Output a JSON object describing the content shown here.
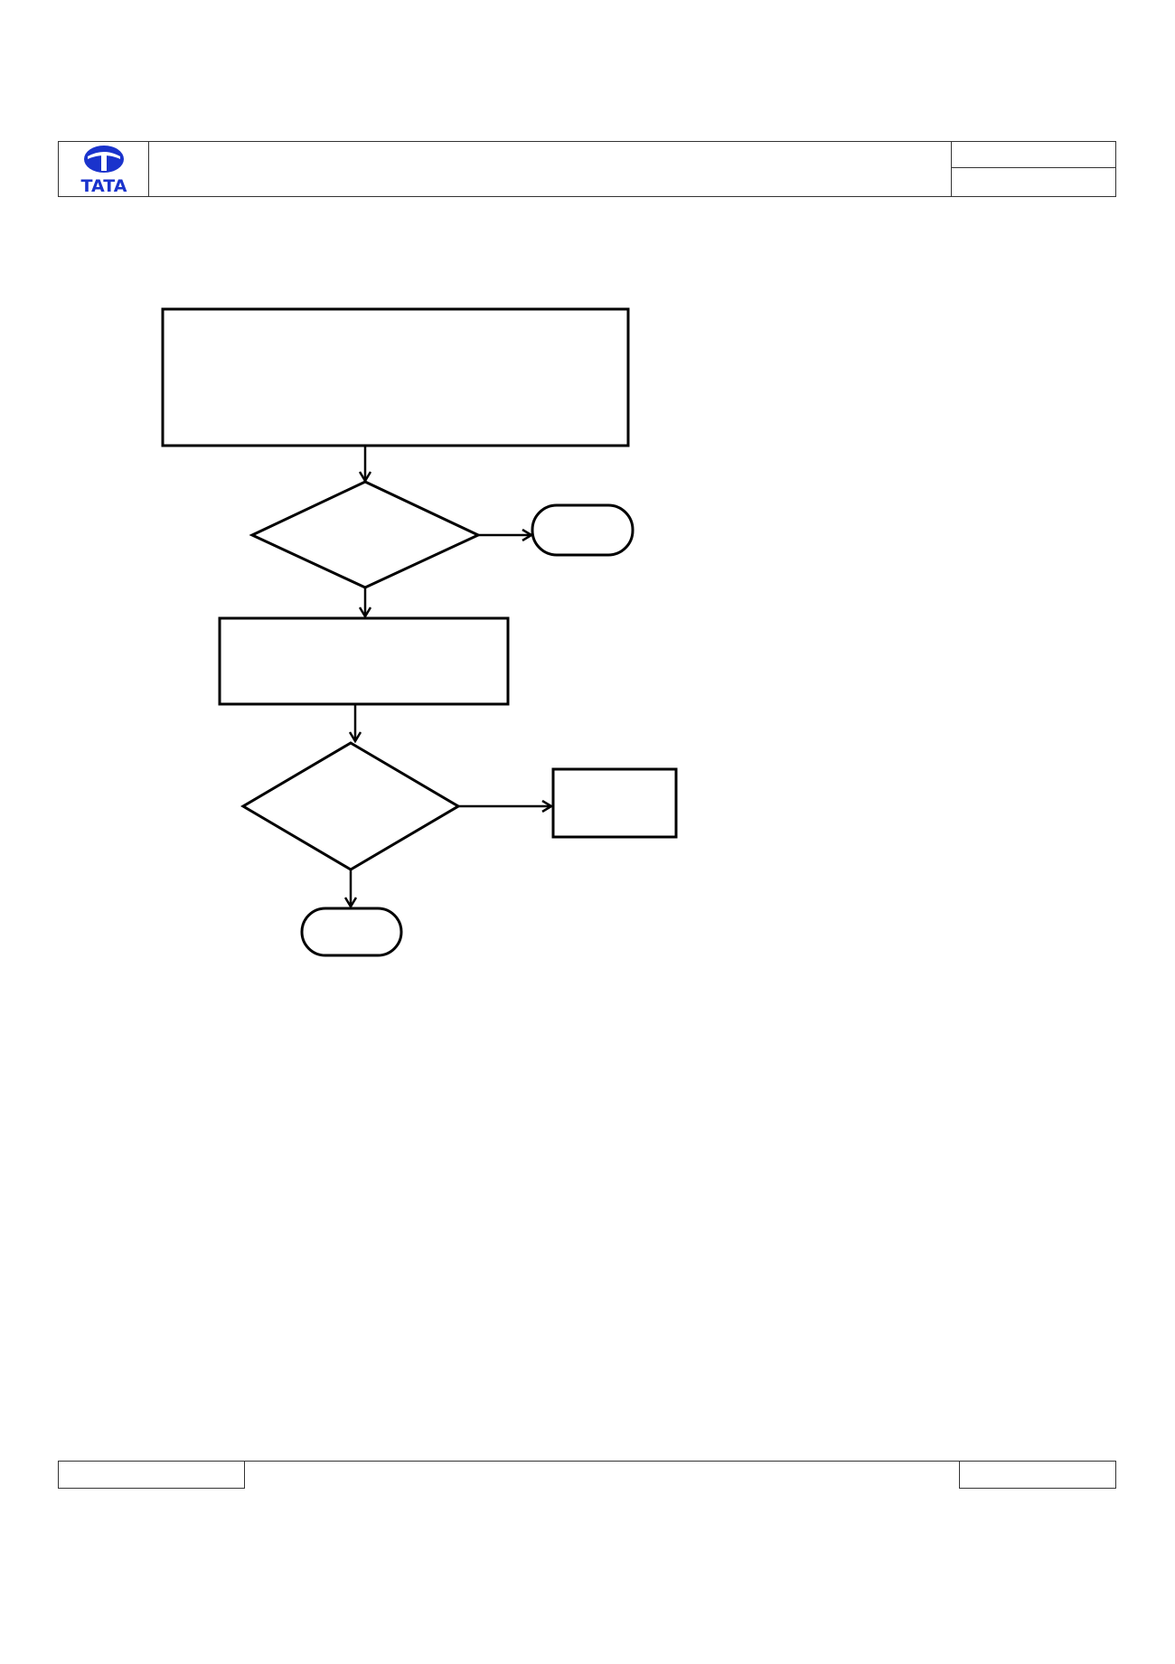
{
  "header": {
    "logo_text": "TATA",
    "title": "",
    "meta_top": "",
    "meta_bottom": ""
  },
  "colors": {
    "brand_blue": "#1a33cc",
    "line": "#000000"
  },
  "flowchart": {
    "nodes": [
      {
        "id": "process-1",
        "shape": "rectangle",
        "text": ""
      },
      {
        "id": "decision-1",
        "shape": "diamond",
        "text": ""
      },
      {
        "id": "terminal-1",
        "shape": "rounded",
        "text": ""
      },
      {
        "id": "process-2",
        "shape": "rectangle",
        "text": ""
      },
      {
        "id": "decision-2",
        "shape": "diamond",
        "text": ""
      },
      {
        "id": "process-3",
        "shape": "rectangle",
        "text": ""
      },
      {
        "id": "terminal-2",
        "shape": "rounded",
        "text": ""
      }
    ],
    "edges": [
      {
        "from": "process-1",
        "to": "decision-1"
      },
      {
        "from": "decision-1",
        "to": "terminal-1"
      },
      {
        "from": "decision-1",
        "to": "process-2"
      },
      {
        "from": "process-2",
        "to": "decision-2"
      },
      {
        "from": "decision-2",
        "to": "process-3"
      },
      {
        "from": "decision-2",
        "to": "terminal-2"
      }
    ]
  },
  "footer": {
    "left": "",
    "middle": "",
    "right": ""
  }
}
